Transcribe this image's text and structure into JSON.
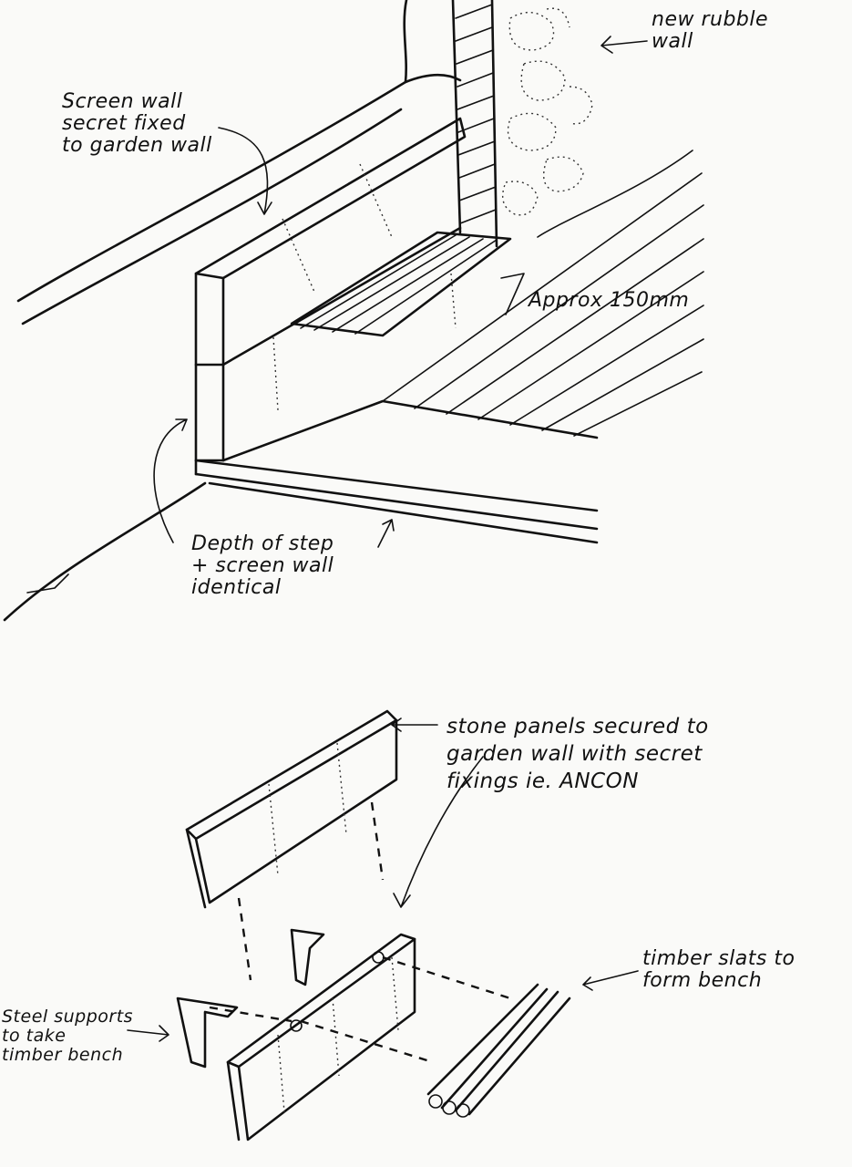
{
  "labels": {
    "new_rubble_wall": "new rubble\nwall",
    "screen_wall": "Screen wall\nsecret fixed\nto garden wall",
    "approx": "Approx 150mm",
    "depth": "Depth of step\n+ screen wall\nidentical",
    "stone_panels": "stone panels secured to\ngarden wall with secret\nfixings ie. ANCON",
    "timber_slats": "timber slats to\nform bench",
    "steel_supports": "Steel supports\nto take\ntimber bench"
  }
}
